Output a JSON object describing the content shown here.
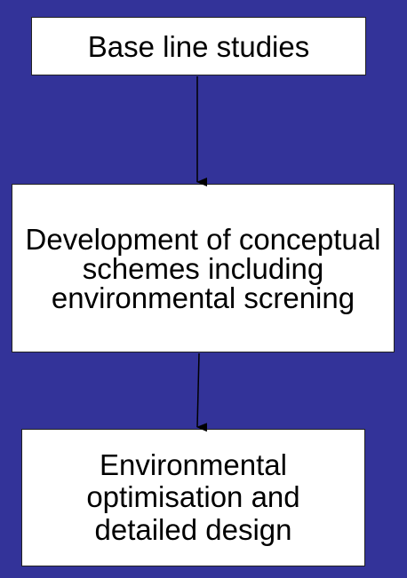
{
  "diagram": {
    "steps": [
      {
        "label": "Base line studies"
      },
      {
        "label": "Development of conceptual schemes including environmental screning"
      },
      {
        "label": "Environmental optimisation and detailed design"
      }
    ],
    "connectors": [
      {
        "from": 0,
        "to": 1
      },
      {
        "from": 1,
        "to": 2
      }
    ],
    "colors": {
      "background": "#333399",
      "box_fill": "#ffffff",
      "text": "#000000",
      "arrow": "#000000"
    }
  }
}
